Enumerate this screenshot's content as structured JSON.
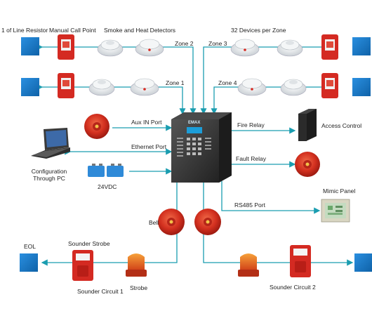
{
  "colors": {
    "line": "#1a9db0",
    "device_blue": "#1478c8",
    "panel": "#3a3a3a",
    "red": "#d42a22",
    "orange": "#e8661c"
  },
  "labels": {
    "eol_resistor_top": "1 of Line Resistor",
    "manual_call_point": "Manual Call Point",
    "smoke_heat": "Smoke and Heat Detectors",
    "zone2": "Zone 2",
    "zone1": "Zone 1",
    "devices_per_zone": "32 Devices per Zone",
    "zone3": "Zone 3",
    "zone4": "Zone 4",
    "aux_in": "Aux IN Port",
    "ethernet": "Ethernet Port",
    "fire_relay": "Fire Relay",
    "access_control": "Access Control",
    "fault_relay": "Fault Relay",
    "rs485": "RS485 Port",
    "mimic_panel": "Mimic Panel",
    "config_line1": "Configuration",
    "config_line2": "Through PC",
    "vdc": "24VDC",
    "bell": "Bell",
    "sounder_strobe": "Sounder Strobe",
    "eol": "EOL",
    "sounder_circuit1": "Sounder Circuit 1",
    "strobe": "Strobe",
    "sounder_circuit2": "Sounder Circuit 2"
  },
  "panel_badge": "EMAX"
}
